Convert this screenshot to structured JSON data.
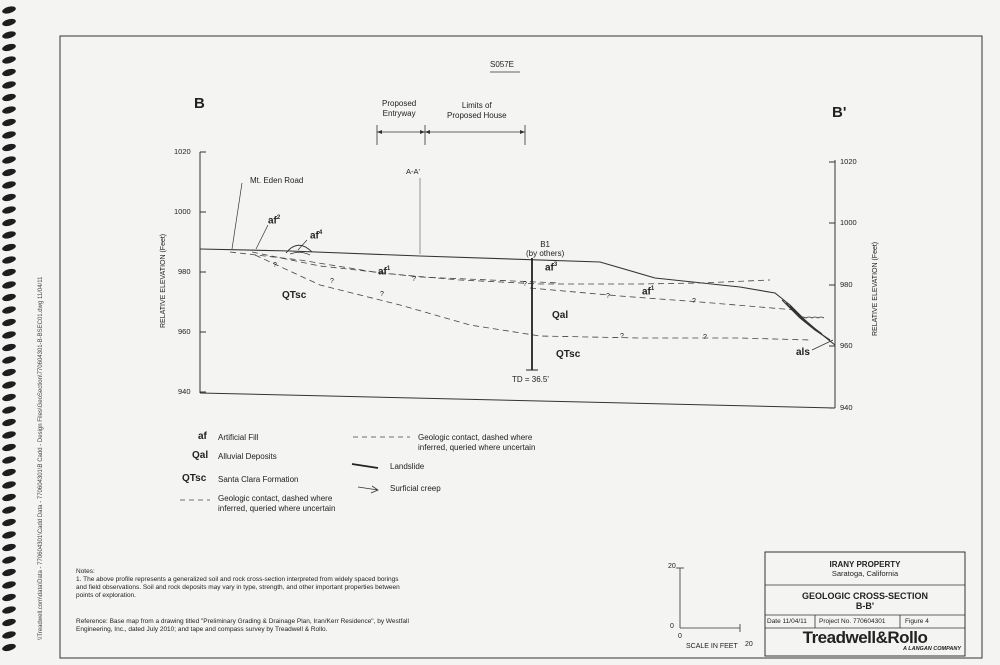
{
  "header": {
    "code": "S057E"
  },
  "section": {
    "left_label": "B",
    "right_label": "B'"
  },
  "top_labels": {
    "proposed_entryway": [
      "Proposed",
      "Entryway"
    ],
    "limits_house": [
      "Limits of",
      "Proposed House"
    ],
    "intersect": "A-A'"
  },
  "axes": {
    "left_ticks": [
      "1020",
      "1000",
      "980",
      "960",
      "940"
    ],
    "right_ticks": [
      "1020",
      "1000",
      "980",
      "960",
      "940"
    ],
    "ylabel": "RELATIVE ELEVATION (Feet)"
  },
  "annotations": {
    "road": "Mt. Eden Road",
    "af2_left": "af",
    "af2_left_sup": "2",
    "af4": "af",
    "af4_sup": "4",
    "af1_mid": "af",
    "af1_mid_sup": "1",
    "af1_right": "af",
    "af1_right_sup": "1",
    "af3": "af",
    "af3_sup": "3",
    "qtsc_left": "QTsc",
    "qal": "Qal",
    "qtsc_right": "QTsc",
    "als": "als",
    "boring": "B1",
    "boring_sub": "(by others)",
    "td": "TD = 36.5'",
    "q": "?"
  },
  "legend": {
    "af_sym": "af",
    "af_txt": "Artificial Fill",
    "qal_sym": "Qal",
    "qal_txt": "Alluvial Deposits",
    "qtsc_sym": "QTsc",
    "qtsc_txt": "Santa Clara Formation",
    "contact1": [
      "Geologic contact, dashed where",
      "inferred, queried where uncertain"
    ],
    "contact2": [
      "Geologic contact, dashed where",
      "inferred, queried where uncertain"
    ],
    "landslide": "Landslide",
    "creep": "Surficial creep"
  },
  "notes": {
    "title": "Notes:",
    "note1": "1. The above profile represents a generalized soil and rock cross-section interpreted from widely spaced borings and field observations. Soil and rock deposits may vary in type, strength, and other important properties between points of exploration.",
    "reference": "Reference: Base map from a drawing titled \"Preliminary Grading & Drainage Plan, Iran/Kerr Residence\", by Westfall Engineering, Inc., dated July 2010; and tape and compass survey by Treadwell & Rollo."
  },
  "scale": {
    "top": "20",
    "zero": "0",
    "right": "20",
    "bottom_zero": "0",
    "label": "SCALE IN FEET"
  },
  "title_block": {
    "project": "IRANY PROPERTY",
    "location": "Saratoga, California",
    "title": "GEOLOGIC CROSS-SECTION",
    "subtitle": "B-B'",
    "date": "Date 11/04/11",
    "project_no": "Project No. 770604301",
    "figure": "Figure 4",
    "company": "Treadwell&Rollo",
    "tagline": "A LANGAN COMPANY"
  },
  "side_text": "\\\\Treadwell.com\\data\\Data - 770604301\\Cadd Data - 770604301\\B Cadd - Design Files\\GeoSection\\770604301-B-BSEC01.dwg 11/04/11"
}
